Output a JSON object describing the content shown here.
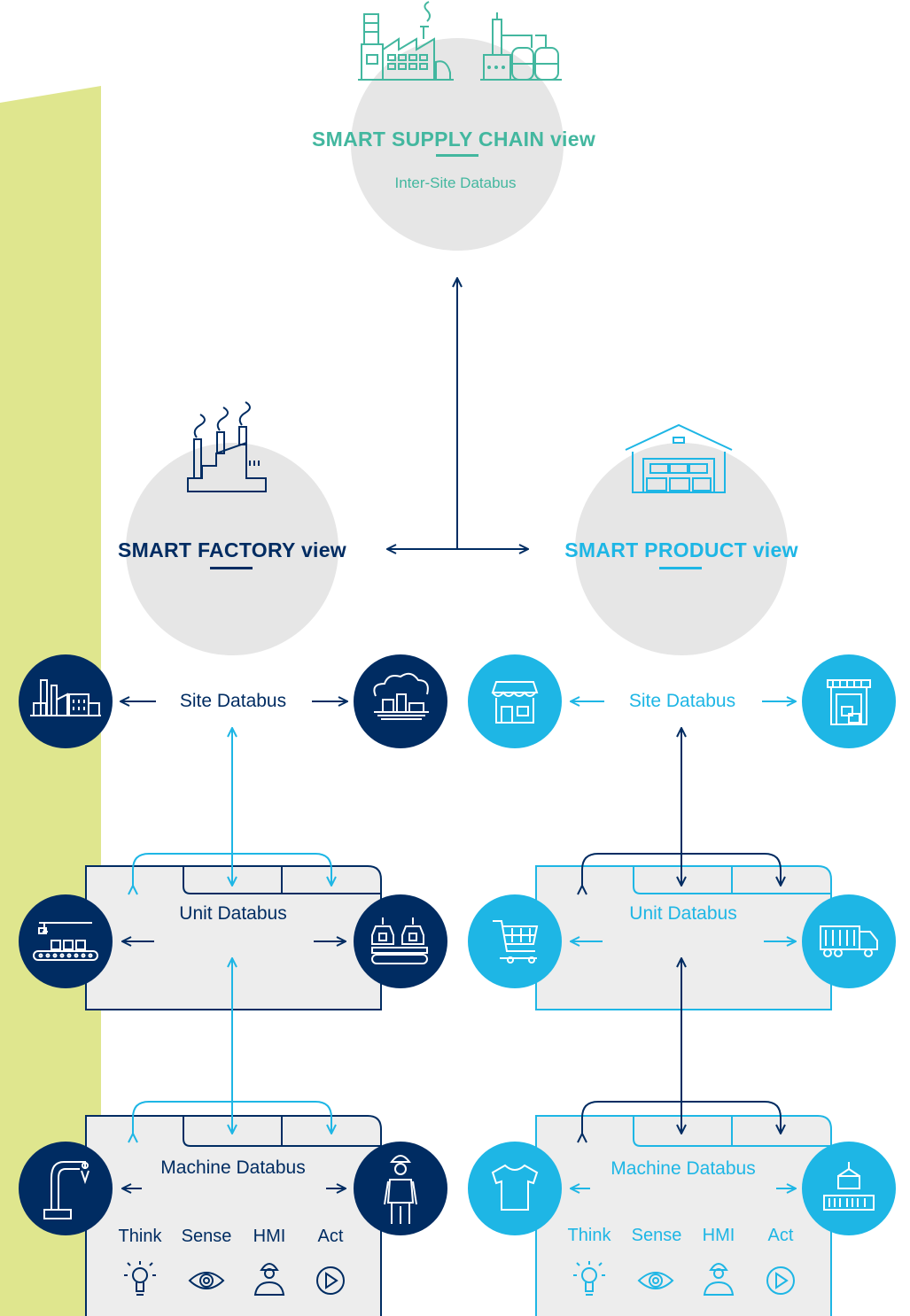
{
  "colors": {
    "navy": "#002C62",
    "cyan": "#1EB6E5",
    "teal": "#43B79F",
    "lime_band": "#DFE68E",
    "panel": "#EDEDED",
    "circle": "#E6E6E6"
  },
  "supply_chain": {
    "title": "SMART SUPPLY CHAIN view",
    "subtitle": "Inter-Site Databus",
    "icons": [
      "factory-building-icon",
      "industrial-plant-icon"
    ]
  },
  "factory": {
    "title": "SMART FACTORY view",
    "icon": "factory-smokestacks-icon",
    "site_bus": "Site Databus",
    "unit_bus": "Unit Databus",
    "machine_bus": "Machine Databus",
    "site_icons": [
      "industrial-site-icon",
      "refinery-icon"
    ],
    "unit_icons": [
      "assembly-conveyor-icon",
      "robotic-conveyor-icon"
    ],
    "machine_icons": [
      "robot-arm-icon",
      "worker-icon"
    ],
    "functions": [
      "Think",
      "Sense",
      "HMI",
      "Act"
    ]
  },
  "product": {
    "title": "SMART PRODUCT view",
    "icon": "warehouse-icon",
    "site_bus": "Site Databus",
    "unit_bus": "Unit Databus",
    "machine_bus": "Machine Databus",
    "site_icons": [
      "storefront-icon",
      "distribution-center-icon"
    ],
    "unit_icons": [
      "shopping-cart-icon",
      "delivery-truck-icon"
    ],
    "machine_icons": [
      "t-shirt-icon",
      "shipping-container-icon"
    ],
    "functions": [
      "Think",
      "Sense",
      "HMI",
      "Act"
    ]
  },
  "function_icons": [
    "lightbulb-icon",
    "eye-icon",
    "operator-icon",
    "play-icon"
  ]
}
